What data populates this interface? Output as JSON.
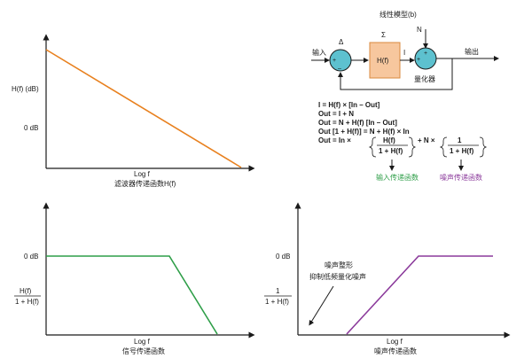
{
  "colors": {
    "axis": "#1a1a1a",
    "orange": "#e8801e",
    "green": "#2e9e48",
    "purple": "#8b3a9b",
    "teal_fill": "#5dc1cf",
    "block_fill": "#f7c79e",
    "block_stroke": "#d98a3e"
  },
  "chart_top_left": {
    "ylabel": "H(f) (dB)",
    "tick_0db": "0 dB",
    "xlabel": "Log f",
    "caption": "滤波器传递函数H(f)"
  },
  "chart_bottom_left": {
    "tick_0db": "0 dB",
    "ylabel_num": "H(f)",
    "ylabel_den": "1 + H(f)",
    "xlabel": "Log f",
    "caption": "信号传递函数"
  },
  "chart_bottom_right": {
    "tick_0db": "0 dB",
    "ylabel_num": "1",
    "ylabel_den": "1 + H(f)",
    "xlabel": "Log f",
    "caption": "噪声传递函数",
    "annotation_line1": "噪声整形",
    "annotation_line2": "抑制低频量化噪声"
  },
  "linear_model": {
    "title": "线性模型(b)",
    "input_label": "输入",
    "output_label": "输出",
    "delta": "Δ",
    "sigma": "Σ",
    "block": "H(f)",
    "i_label": "I",
    "n_label": "N",
    "quantizer": "量化器",
    "plus1": "+",
    "minus1": "–",
    "plus2": "+",
    "plus3": "+"
  },
  "equations": {
    "eq1": "I = H(f) × [In – Out]",
    "eq2": "Out = I + N",
    "eq3": "Out = N + H(f) [In – Out]",
    "eq4": "Out [1 + H(f)] = N + H(f) × In",
    "eq5_prefix": "Out = In ×",
    "eq5_num1": "H(f)",
    "eq5_den1": "1 + H(f)",
    "eq5_mid": "+ N ×",
    "eq5_num2": "1",
    "eq5_den2": "1 + H(f)",
    "label_signal": "输入传递函数",
    "label_noise": "噪声传递函数"
  }
}
